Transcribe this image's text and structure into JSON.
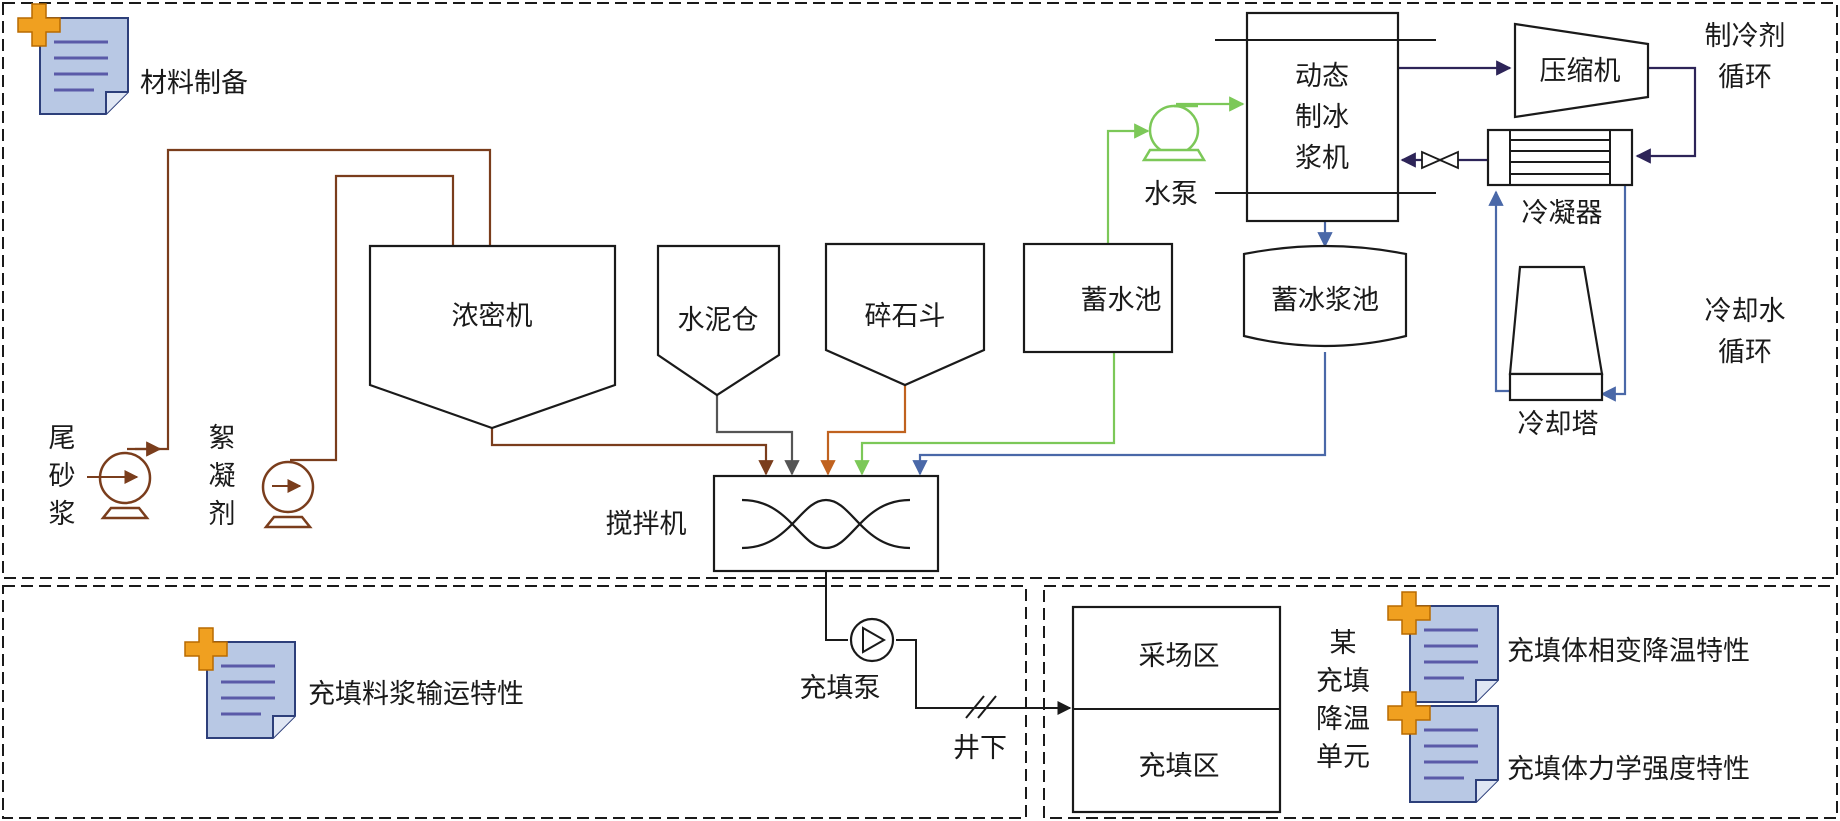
{
  "colors": {
    "brown": "#7a3d1c",
    "gray": "#555555",
    "orange": "#c0621f",
    "green": "#7cc858",
    "blue": "#4a68a8",
    "navy": "#2d2458",
    "icon_plus": "#f0a020",
    "icon_doc": "#b8c8e4"
  },
  "sections": {
    "material_prep": "材料制备",
    "transport": "充填料浆输运特性",
    "phase_change": "充填体相变降温特性",
    "strength": "充填体力学强度特性"
  },
  "equipment": {
    "thickener": "浓密机",
    "cement_silo": "水泥仓",
    "gravel_hopper": "碎石斗",
    "reservoir": "蓄水池",
    "ice_pool": "蓄冰浆池",
    "ice_machine": [
      "动态",
      "制冰",
      "浆机"
    ],
    "compressor": "压缩机",
    "condenser": "冷凝器",
    "cooling_tower": "冷却塔",
    "water_pump": "水泵",
    "mixer": "搅拌机",
    "fill_pump": "充填泵",
    "underground": "井下",
    "mining_zone": "采场区",
    "fill_zone": "充填区"
  },
  "vertical_labels": {
    "tailings": [
      "尾",
      "砂",
      "浆"
    ],
    "flocculant": [
      "絮",
      "凝",
      "剂"
    ],
    "cooling_unit": [
      "某",
      "充填",
      "降温",
      "单元"
    ]
  },
  "loops": {
    "refrigerant": [
      "制冷剂",
      "循环"
    ],
    "cooling_water": [
      "冷却水",
      "循环"
    ]
  }
}
